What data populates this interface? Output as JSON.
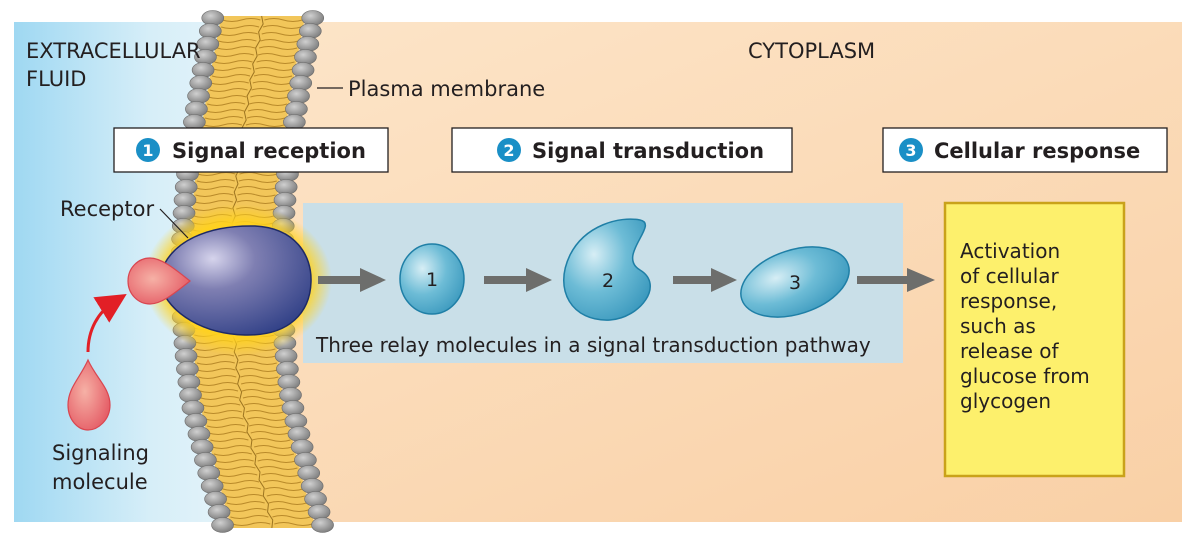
{
  "regions": {
    "extracellular": "EXTRACELLULAR",
    "extracellular_line2": "FLUID",
    "cytoplasm": "CYTOPLASM"
  },
  "labels": {
    "plasma_membrane": "Plasma membrane",
    "receptor": "Receptor",
    "signaling_molecule_line1": "Signaling",
    "signaling_molecule_line2": "molecule",
    "pathway_caption": "Three relay molecules in a signal transduction pathway"
  },
  "stages": [
    {
      "number": "1",
      "title": "Signal reception"
    },
    {
      "number": "2",
      "title": "Signal transduction"
    },
    {
      "number": "3",
      "title": "Cellular response"
    }
  ],
  "relay_molecules": [
    "1",
    "2",
    "3"
  ],
  "response_box": {
    "lines": [
      "Activation",
      "of cellular",
      "response,",
      "such as",
      "release of",
      "glucose from",
      "glycogen"
    ]
  },
  "colors": {
    "extracellular_fluid": "#a9ddf3",
    "cytoplasm": "#fde3c3",
    "membrane_core": "#f2c65a",
    "phospholipid_head": "#9a9a9a",
    "receptor": "#3a4a8c",
    "signaling_molecule": "#e8606a",
    "relay_molecule": "#4fa9c9",
    "transduction_panel": "#c8dfe8",
    "response_box": "#fdf06c",
    "response_border": "#c9a21a",
    "badge": "#1a8fc6",
    "arrow": "#6d6e6c",
    "red_arrow": "#e21f26"
  }
}
